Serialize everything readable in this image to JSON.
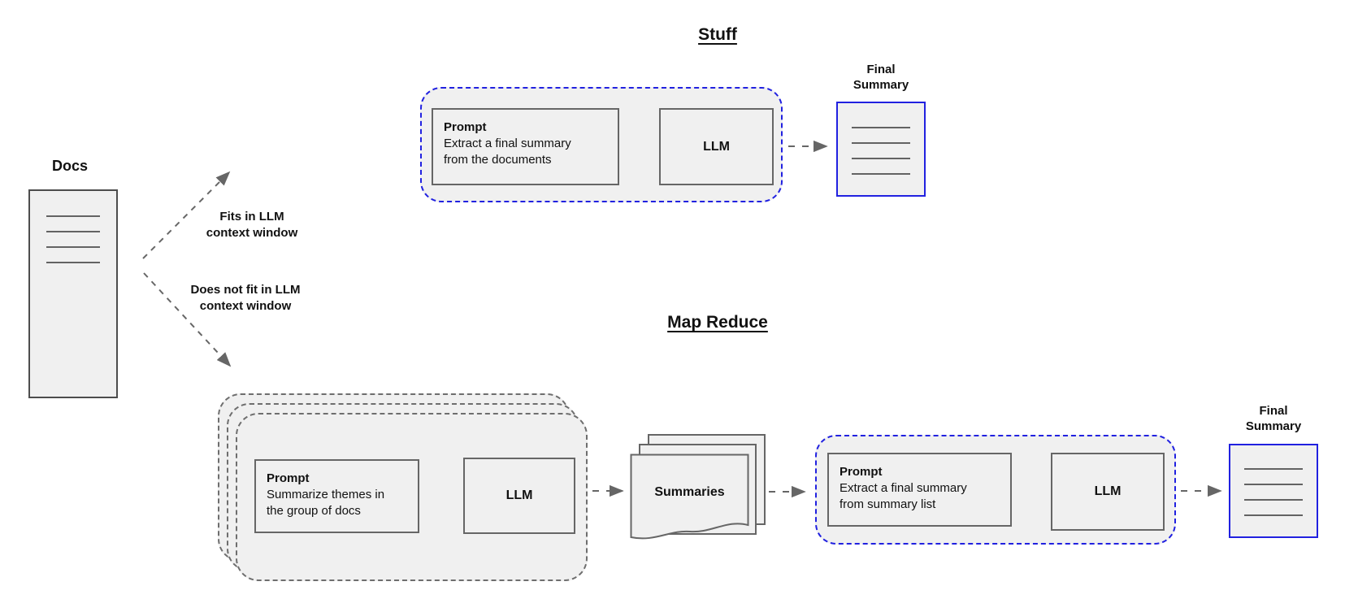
{
  "colors": {
    "accent_blue": "#2121e0",
    "box_stroke": "#666666",
    "fill_gray": "#f0f0f0"
  },
  "docs": {
    "label": "Docs"
  },
  "branches": {
    "fits_label": "Fits in LLM\ncontext window",
    "not_fit_label": "Does not fit in LLM\ncontext window"
  },
  "stuff": {
    "title": "Stuff",
    "prompt_heading": "Prompt",
    "prompt_body": "Extract a final summary\nfrom the documents",
    "llm_label": "LLM",
    "final_summary_label": "Final\nSummary"
  },
  "map_reduce": {
    "title": "Map Reduce",
    "map_prompt_heading": "Prompt",
    "map_prompt_body": "Summarize themes in\nthe group of docs",
    "map_llm_label": "LLM",
    "summaries_label": "Summaries",
    "reduce_prompt_heading": "Prompt",
    "reduce_prompt_body": "Extract a final summary\nfrom summary list",
    "reduce_llm_label": "LLM",
    "final_summary_label": "Final\nSummary"
  }
}
